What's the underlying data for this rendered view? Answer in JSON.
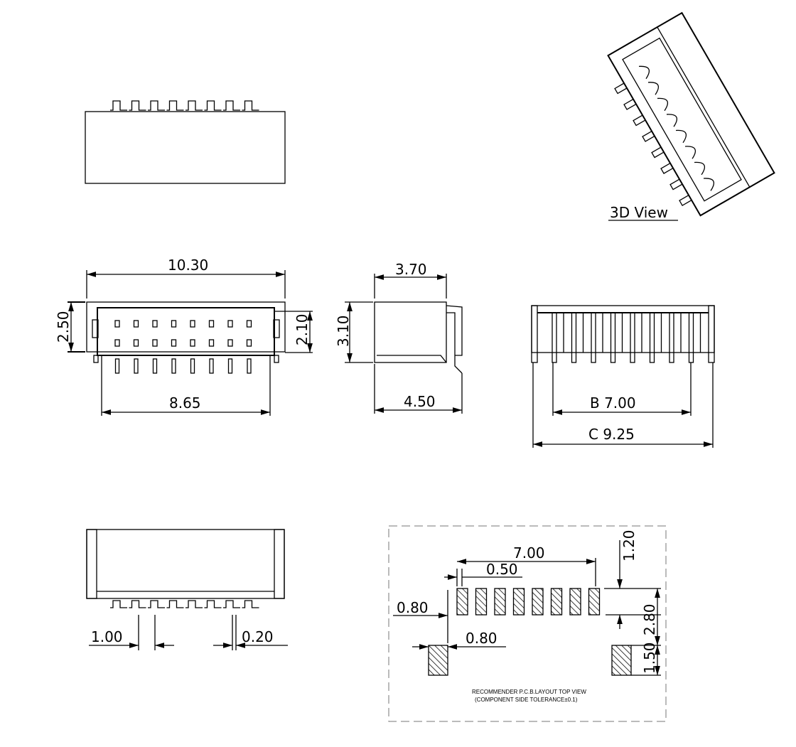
{
  "title": "Connector mechanical drawing",
  "views": {
    "three_d_label": "3D View",
    "front": {
      "width": "10.30",
      "height": "2.50",
      "inner_height": "2.10",
      "pin_span": "8.65"
    },
    "side": {
      "top": "3.70",
      "height": "3.10",
      "depth": "4.50"
    },
    "rear": {
      "b": "B 7.00",
      "c": "C 9.25"
    },
    "bottom": {
      "pitch": "1.00",
      "pin_width": "0.20"
    },
    "pcb": {
      "span": "7.00",
      "pad_width": "0.50",
      "offset": "1.20",
      "row": "2.80",
      "pad_gap": "0.80",
      "mount_width": "0.80",
      "mount_height": "1.50",
      "note_line1": "RECOMMENDER P.C.B.LAYOUT TOP VIEW",
      "note_line2": "(COMPONENT SIDE TOLERANCE±0.1)"
    }
  },
  "pin_count": 8,
  "colors": {
    "line": "#000000",
    "border": "#777777"
  }
}
